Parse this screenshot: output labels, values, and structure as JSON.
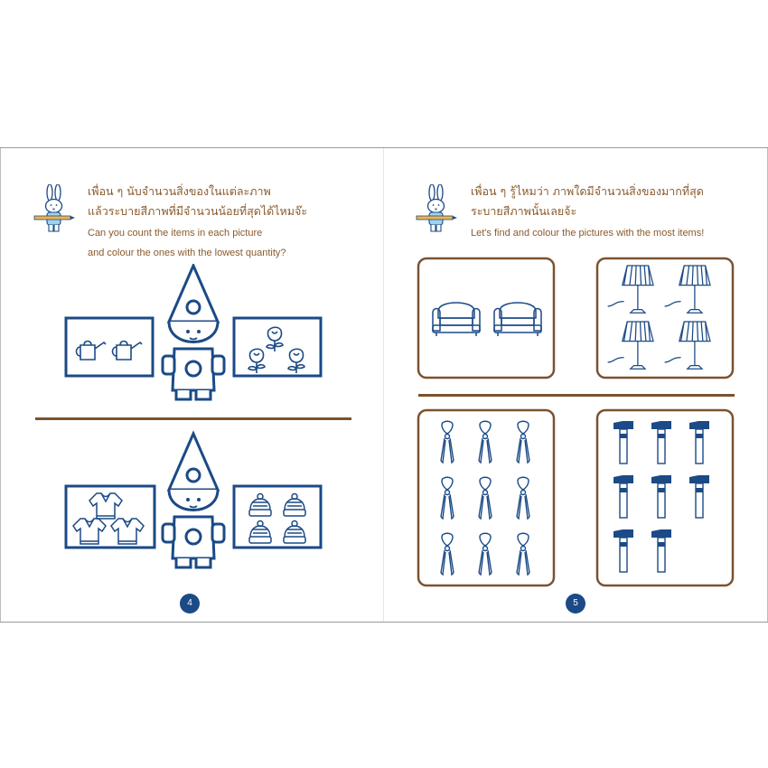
{
  "left_page": {
    "instruction_thai": [
      "เพื่อน ๆ นับจำนวนสิ่งของในแต่ละภาพ",
      "แล้วระบายสีภาพที่มีจำนวนน้อยที่สุดได้ไหมจ๊ะ"
    ],
    "instruction_english": [
      "Can you count the items in each picture",
      "and colour the ones with the lowest quantity?"
    ],
    "page_number": "4",
    "exercises": [
      {
        "left_panel_item": "watering-can",
        "left_panel_count": 2,
        "right_panel_item": "rose",
        "right_panel_count": 3
      },
      {
        "left_panel_item": "sweater",
        "left_panel_count": 3,
        "right_panel_item": "beanie-hat",
        "right_panel_count": 4
      }
    ]
  },
  "right_page": {
    "instruction_thai": [
      "เพื่อน ๆ รู้ไหมว่า ภาพใดมีจำนวนสิ่งของมากที่สุด",
      "ระบายสีภาพนั้นเลยจ้ะ"
    ],
    "instruction_english": [
      "Let's find and colour the pictures with the most items!"
    ],
    "page_number": "5",
    "panels": [
      {
        "item": "armchair",
        "count": 2
      },
      {
        "item": "floor-lamp",
        "count": 4
      },
      {
        "item": "pliers",
        "count": 9
      },
      {
        "item": "hammer",
        "count": 8
      }
    ]
  },
  "colors": {
    "illustration_blue": "#1b4a86",
    "text_brown": "#8a5a2b",
    "frame_brown": "#7a5230"
  }
}
